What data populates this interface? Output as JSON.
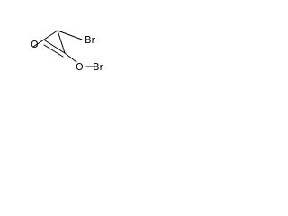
{
  "structure": {
    "atoms": {
      "bromine_top": "Br",
      "oxygen_carbonyl": "O",
      "oxygen_ester": "O",
      "bromine_right": "Br"
    }
  }
}
